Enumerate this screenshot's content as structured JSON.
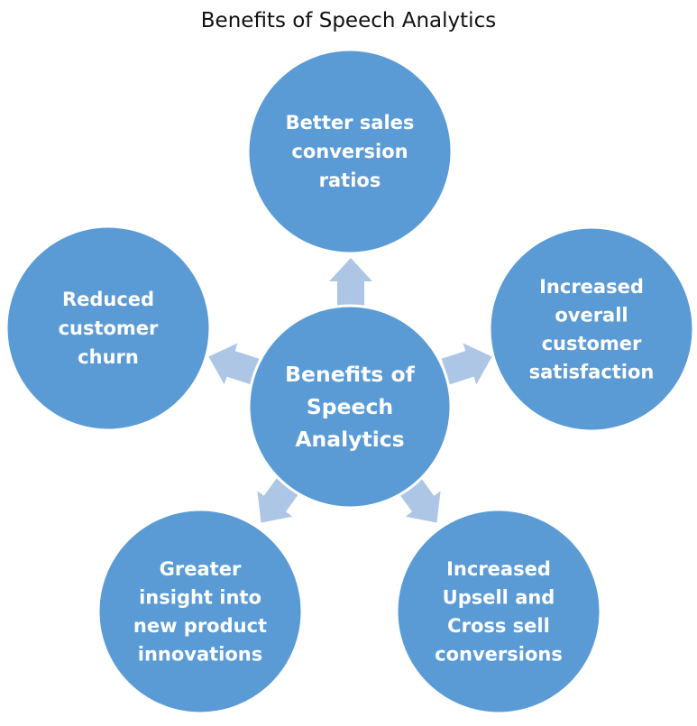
{
  "title": "Benefits of Speech Analytics",
  "colors": {
    "circle_fill": "#5b9bd5",
    "circle_stroke": "#ffffff",
    "arrow_fill": "#aec6e6",
    "text": "#ffffff",
    "title_text": "#111111"
  },
  "center": {
    "lines": [
      "Benefits of",
      "Speech",
      "Analytics"
    ]
  },
  "nodes": [
    {
      "id": "top",
      "lines": [
        "Better sales",
        "conversion",
        "ratios"
      ]
    },
    {
      "id": "right",
      "lines": [
        "Increased",
        "overall",
        "customer",
        "satisfaction"
      ]
    },
    {
      "id": "bottom-right",
      "lines": [
        "Increased",
        "Upsell and",
        "Cross sell",
        "conversions"
      ]
    },
    {
      "id": "bottom-left",
      "lines": [
        "Greater",
        "insight into",
        "new product",
        "innovations"
      ]
    },
    {
      "id": "left",
      "lines": [
        "Reduced",
        "customer",
        "churn"
      ]
    }
  ]
}
